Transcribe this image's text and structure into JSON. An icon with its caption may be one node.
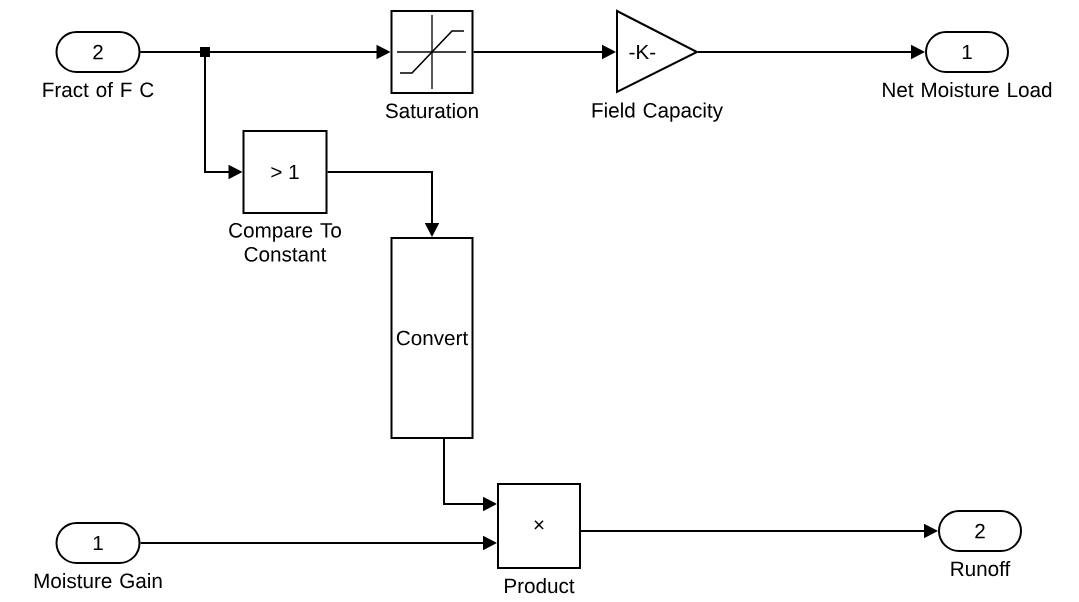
{
  "diagram": {
    "nodes": [
      {
        "text": [
          "2"
        ],
        "beside": [
          "Fract of F C"
        ]
      },
      {
        "text": [],
        "shape": "box",
        "beside": [
          "Saturation"
        ]
      },
      {
        "text": [
          "-K-"
        ],
        "beside": [
          "Field Capacity"
        ]
      },
      {
        "text": [
          "1"
        ],
        "beside": [
          "Net Moisture Load"
        ]
      },
      {
        "text": [
          "> 1"
        ],
        "beside": [
          "Compare To Constant"
        ]
      },
      {
        "text": [
          "Convert"
        ]
      },
      {
        "text": [
          "1"
        ],
        "beside": [
          "Moisture Gain"
        ]
      },
      {
        "text": [
          "×"
        ],
        "beside": [
          "Product"
        ]
      },
      {
        "text": [
          "2"
        ],
        "beside": [
          "Runoff"
        ]
      }
    ],
    "edges": [
      {
        "from": 0,
        "to": 1,
        "arrow": "to"
      },
      {
        "from": 0,
        "to": 4,
        "arrow": "to"
      },
      {
        "from": 1,
        "to": 2,
        "arrow": "to"
      },
      {
        "from": 2,
        "to": 3,
        "arrow": "to"
      },
      {
        "from": 4,
        "to": 5,
        "arrow": "to"
      },
      {
        "from": 5,
        "to": 7,
        "arrow": "to"
      },
      {
        "from": 6,
        "to": 7,
        "arrow": "to"
      },
      {
        "from": 7,
        "to": 8,
        "arrow": "to"
      }
    ]
  }
}
